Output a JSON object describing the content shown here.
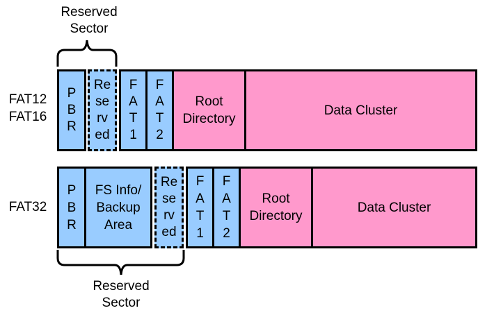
{
  "reserved_top": {
    "label": "Reserved\nSector"
  },
  "reserved_bottom": {
    "label": "Reserved\nSector"
  },
  "rows": [
    {
      "label": "FAT12\nFAT16",
      "cells": {
        "pbr": "P\nB\nR",
        "reserved": "Re\nse\nrv\ned",
        "fat1": "F\nA\nT\n1",
        "fat2": "F\nA\nT\n2",
        "root": "Root\nDirectory",
        "data": "Data Cluster"
      }
    },
    {
      "label": "FAT32",
      "cells": {
        "pbr": "P\nB\nR",
        "fsinfo": "FS Info/\nBackup\nArea",
        "reserved": "Re\nse\nrv\ned",
        "fat1": "F\nA\nT\n1",
        "fat2": "F\nA\nT\n2",
        "root": "Root\nDirectory",
        "data": "Data Cluster"
      }
    }
  ],
  "colors": {
    "system_area": "#99ccff",
    "data_area": "#ff99cc",
    "border": "#000000"
  }
}
